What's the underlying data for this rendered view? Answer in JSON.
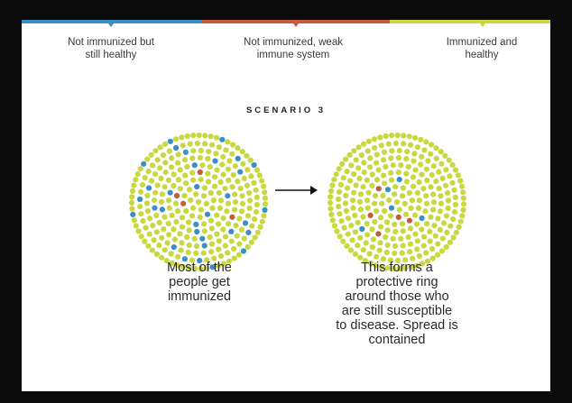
{
  "legend": [
    {
      "label": "Not immunized but\nstill healthy",
      "color": "#3a8fc3"
    },
    {
      "label": "Not immunized, weak\nimmune system",
      "color": "#c75b3a"
    },
    {
      "label": "Immunized and\nhealthy",
      "color": "#c8d93f"
    }
  ],
  "scenario_title": "SCENARIO 3",
  "crowds": [
    {
      "caption": "Most of the\npeople get\nimmunized",
      "total_dots": 290,
      "blue_count": 32,
      "red_count": 4
    },
    {
      "caption": "This forms a\nprotective ring\naround those who\nare still susceptible\nto disease. Spread is\ncontained",
      "total_dots": 290,
      "blue_count": 5,
      "red_count": 5
    }
  ],
  "colors": {
    "healthy_immunized": "#c8d93f",
    "susceptible": "#3a8fc3",
    "weak": "#c75b3a",
    "arrow": "#111111"
  },
  "icons": {
    "arrow": "right-arrow-icon"
  }
}
